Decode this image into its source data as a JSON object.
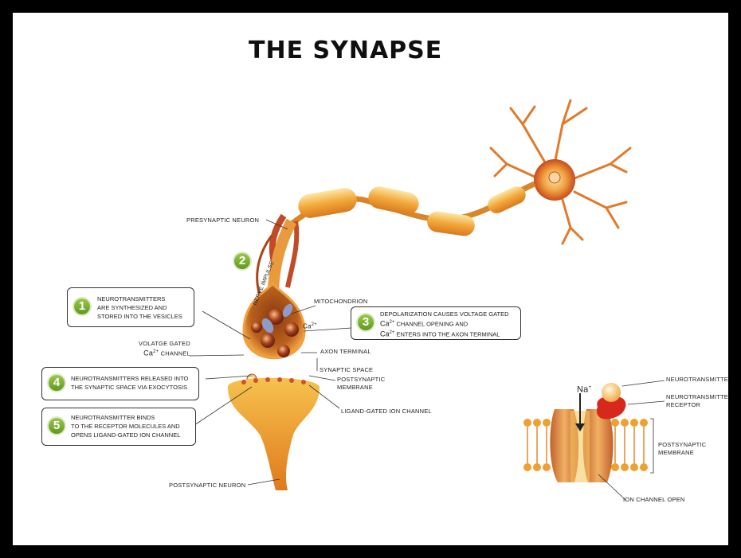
{
  "title": "THE SYNAPSE",
  "labels": {
    "presynaptic_neuron": "PRESYNAPTIC NEURON",
    "nerve_impulse": "NERVE IMPULSE",
    "mitochondrion": "MITOCHONDRION",
    "ca_ion": "Ca",
    "ca_sup": "2+",
    "voltage_gated_line1": "VOLATGE GATED",
    "voltage_gated_ca": "Ca",
    "voltage_gated_sup": "2+",
    "voltage_gated_line2": "CHANNEL",
    "axon_terminal": "AXON TERMINAL",
    "synaptic_space": "SYNAPTIC SPACE",
    "postsynaptic_membrane_line1": "POSTSYNAPTIC",
    "postsynaptic_membrane_line2": "MEMBRANE",
    "ligand_gated": "LIGAND-GATED ION CHANNEL",
    "postsynaptic_neuron": "POSTSYNAPTIC NEURON",
    "inset_na": "Na",
    "inset_na_sup": "+",
    "inset_neurotransmitter": "NEUROTRANSMITTER",
    "inset_receptor_line1": "NEUROTRANSMITTER",
    "inset_receptor_line2": "RECEPTOR",
    "inset_membrane_line1": "POSTSYNAPTIC",
    "inset_membrane_line2": "MEMBRANE",
    "inset_ion_channel": "ION CHANNEL OPEN"
  },
  "steps": [
    {
      "number": "1",
      "lines": [
        "NEUROTRANSMITTERS",
        "ARE SYNTHESIZED AND",
        "STORED INTO THE VESICLES"
      ]
    },
    {
      "number": "2"
    },
    {
      "number": "3",
      "line1": "DEPOLARIZATION CAUSES VOLTAGE GATED",
      "ca": "Ca",
      "sup": "2+",
      "line2": "CHANNEL OPENING AND",
      "line3": "ENTERS INTO THE AXON TERMINAL"
    },
    {
      "number": "4",
      "lines": [
        "NEUROTRANSMITTERS RELEASED INTO",
        "THE SYNAPTIC SPACE VIA EXOCYTOSIS"
      ]
    },
    {
      "number": "5",
      "lines": [
        "NEUROTRANSMITTER BINDS",
        "TO THE RECEPTOR MOLECULES AND",
        "OPENS LIGAND-GATED ION CHANNEL"
      ]
    }
  ],
  "colors": {
    "accent_green": "#6aa828",
    "neuron_orange": "#e8962e",
    "membrane_orange": "#f0a030",
    "receptor_red": "#d8281c"
  }
}
